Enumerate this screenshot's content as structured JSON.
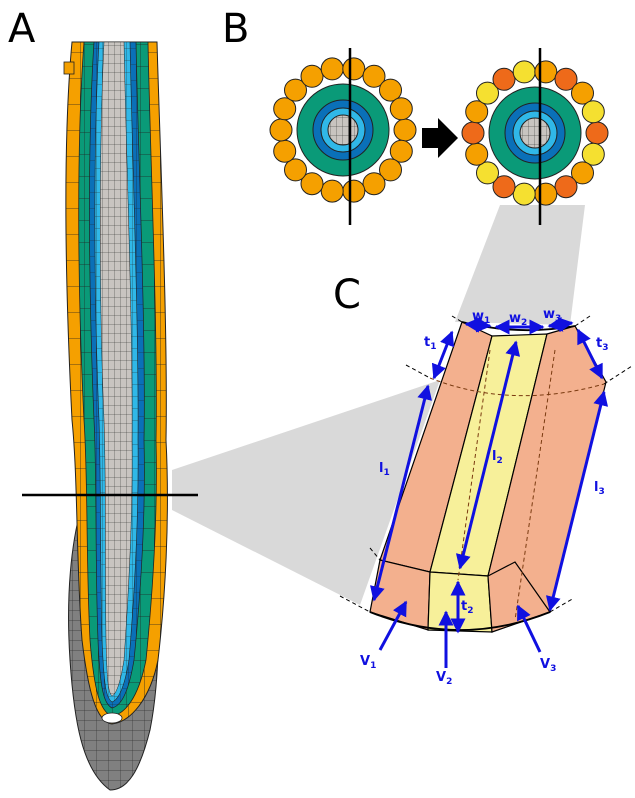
{
  "panels": {
    "a": {
      "letter": "A"
    },
    "b": {
      "letter": "B"
    },
    "c": {
      "letter": "C"
    }
  },
  "measurements": {
    "w1": {
      "base": "w",
      "sub": "1"
    },
    "w2": {
      "base": "w",
      "sub": "2"
    },
    "w3": {
      "base": "w",
      "sub": "3"
    },
    "t1": {
      "base": "t",
      "sub": "1"
    },
    "t2": {
      "base": "t",
      "sub": "2"
    },
    "t3": {
      "base": "t",
      "sub": "3"
    },
    "l1": {
      "base": "l",
      "sub": "1"
    },
    "l2": {
      "base": "l",
      "sub": "2"
    },
    "l3": {
      "base": "l",
      "sub": "3"
    },
    "v1": {
      "base": "V",
      "sub": "1"
    },
    "v2": {
      "base": "V",
      "sub": "2"
    },
    "v3": {
      "base": "V",
      "sub": "3"
    }
  },
  "colors": {
    "epidermis": "#f5a000",
    "cortex": "#0a9a78",
    "endodermis": "#0a70b8",
    "pericycle": "#30b8e8",
    "stele": "#c8c4c0",
    "root_cap": "#808080",
    "cell_salmon": "#f3b08e",
    "cell_yellow": "#f7f09a",
    "ring_red": "#ee6a1a",
    "ring_yellow": "#f5e030",
    "arrow_blue": "#1010e0",
    "highlight_gray": "#d9d9d9"
  }
}
